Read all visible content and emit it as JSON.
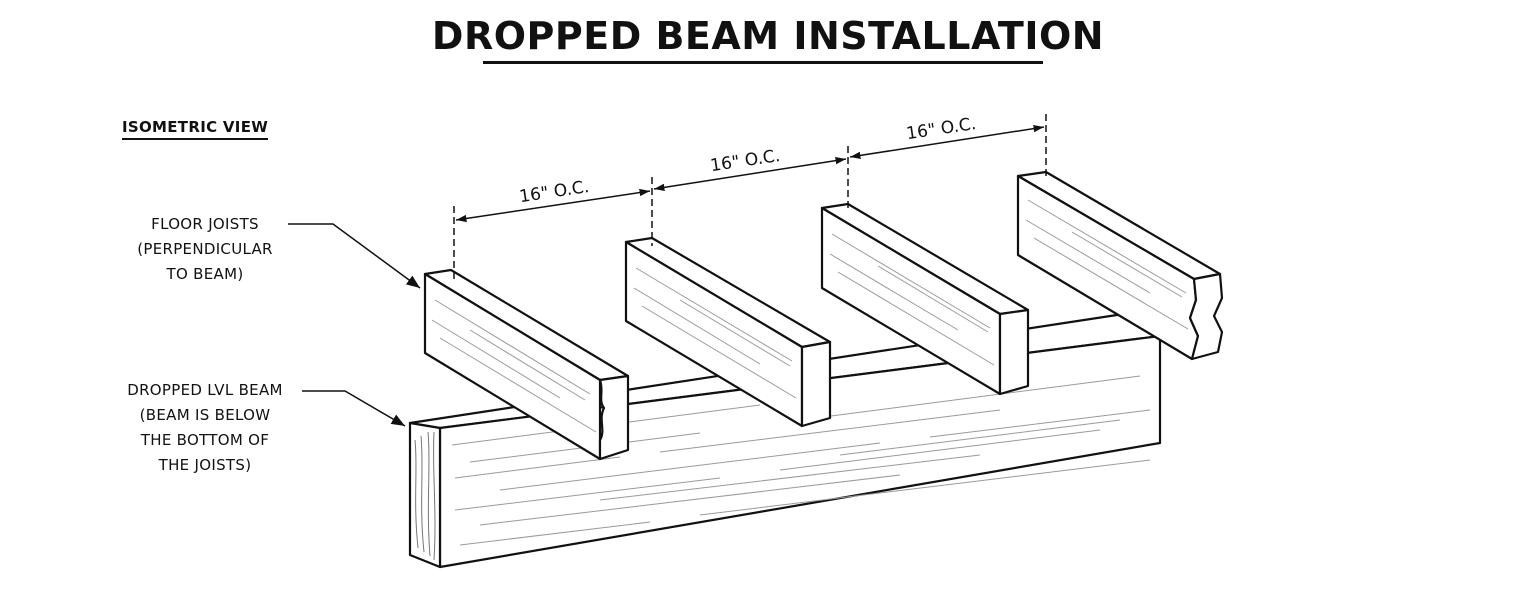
{
  "title": "DROPPED BEAM INSTALLATION",
  "view_label": "ISOMETRIC VIEW",
  "callouts": {
    "joists": [
      "FLOOR JOISTS",
      "(PERPENDICULAR",
      "TO BEAM)"
    ],
    "beam": [
      "DROPPED LVL BEAM",
      "(BEAM IS BELOW",
      "THE BOTTOM OF",
      "THE JOISTS)"
    ]
  },
  "dimensions": [
    "16\" O.C.",
    "16\" O.C.",
    "16\" O.C."
  ],
  "colors": {
    "line": "#111111",
    "grain": "#9a9a9a",
    "fill": "#ffffff"
  }
}
